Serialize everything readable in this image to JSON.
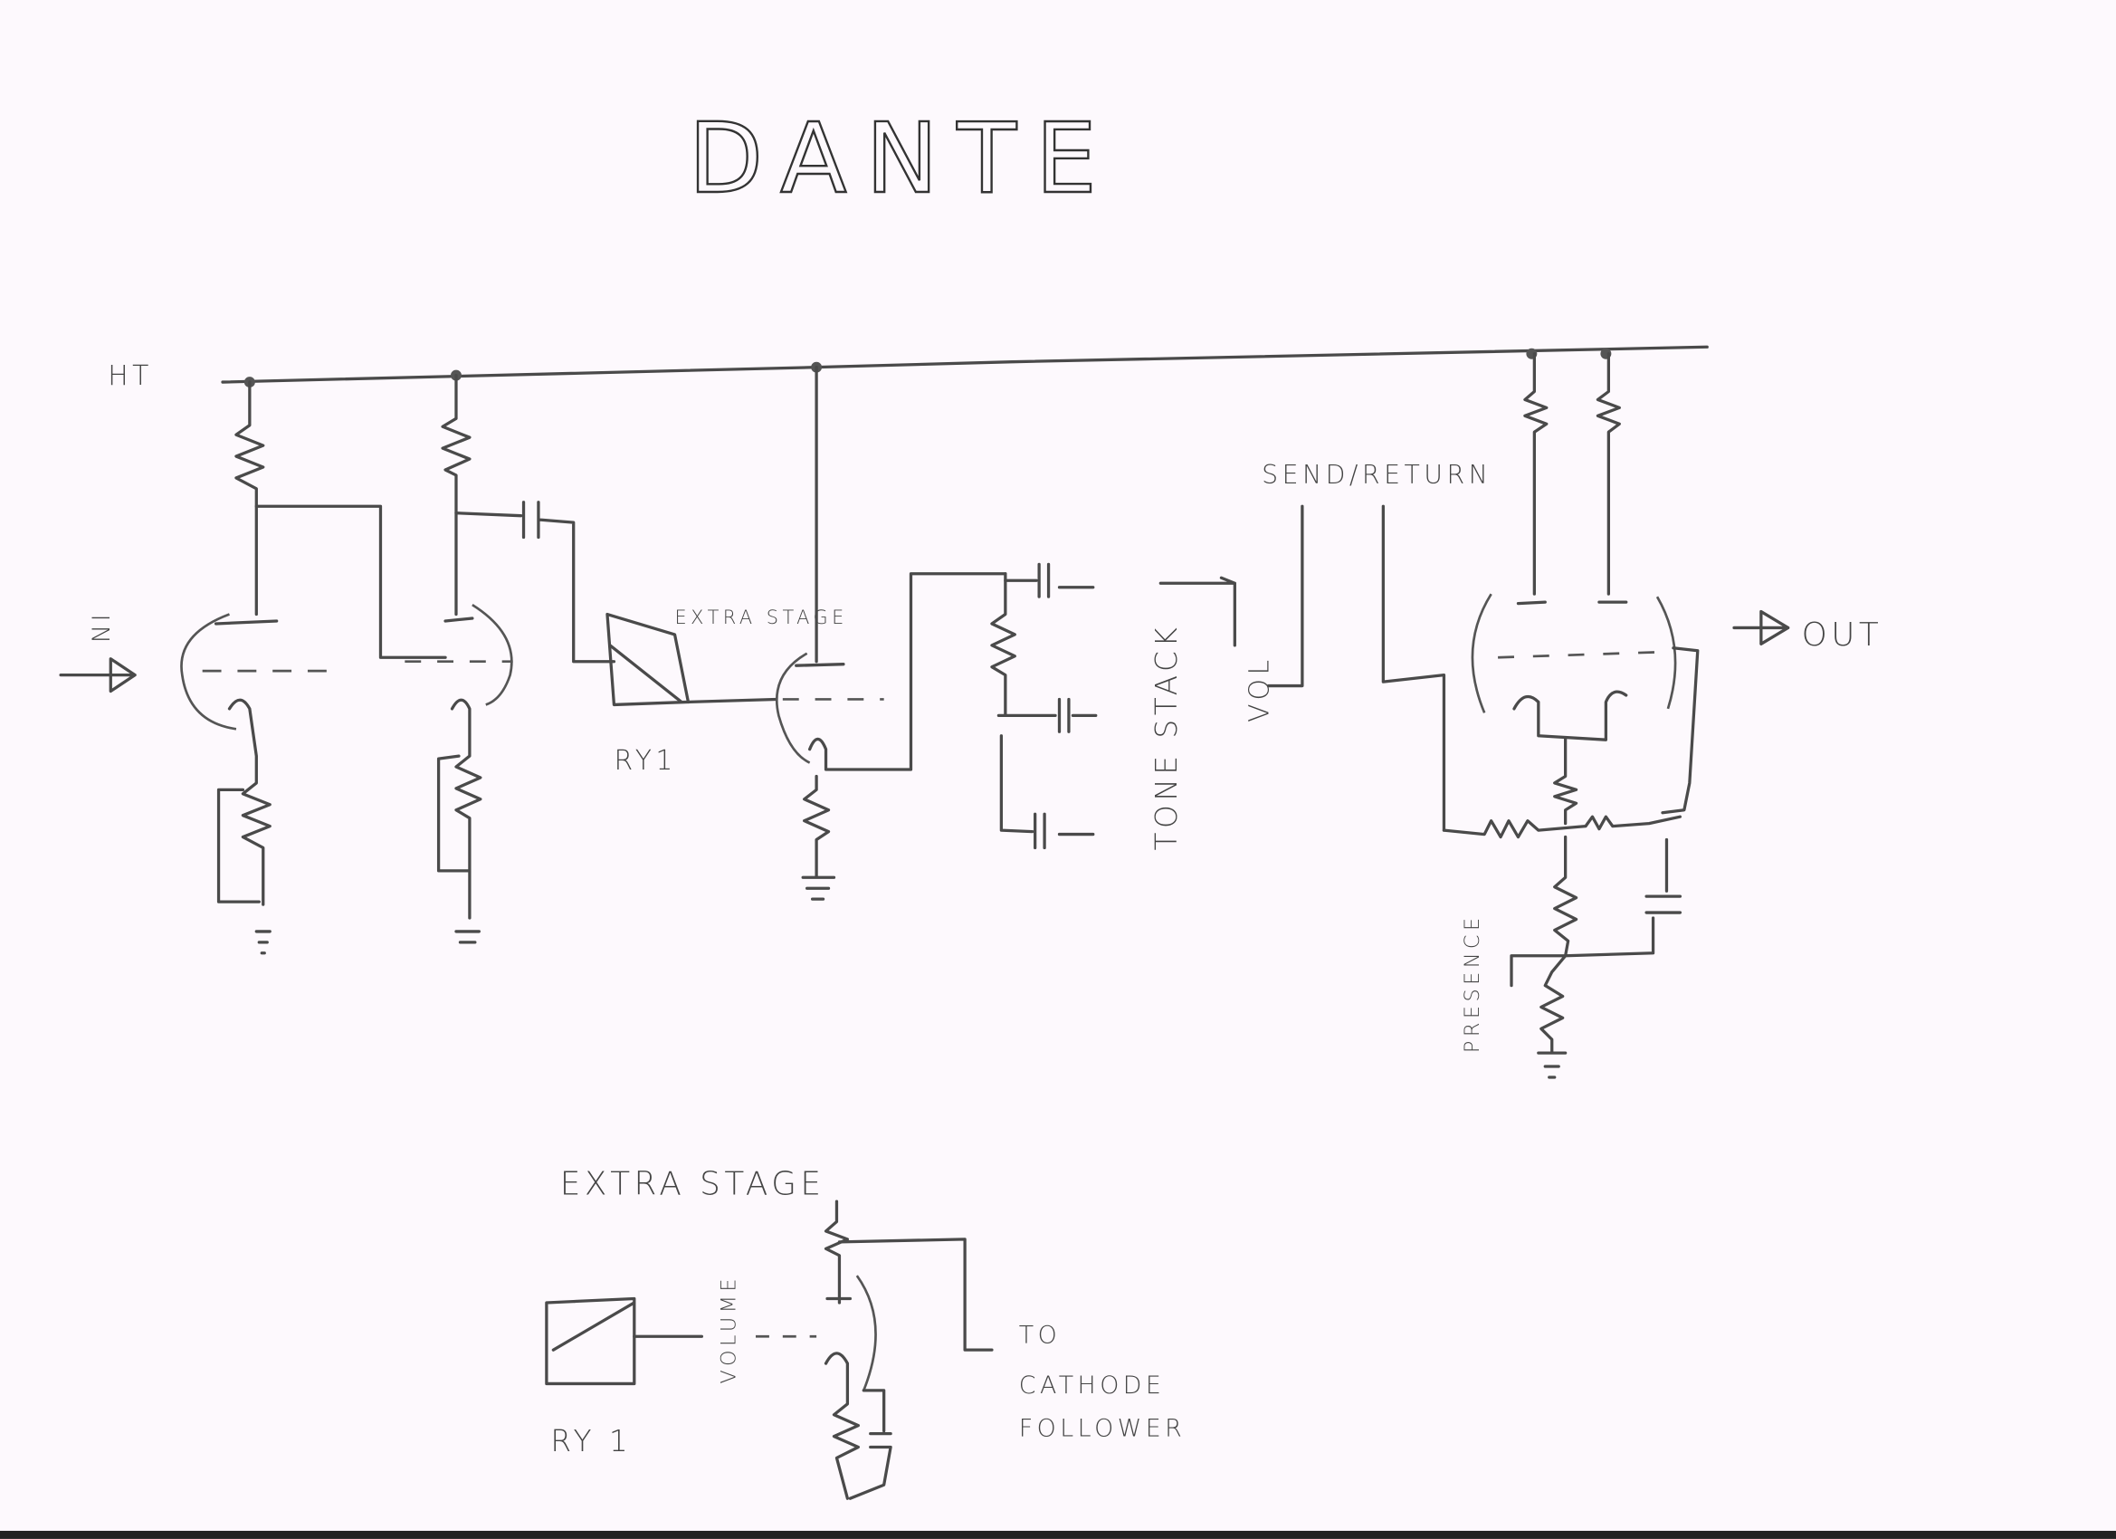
{
  "title": "DANTE",
  "labels": {
    "ht": "HT",
    "input": "IN",
    "extra_stage_note": "EXTRA STAGE",
    "ry1_main": "RY1",
    "tone_stack": "TONE STACK",
    "vol": "VOL",
    "send_return": "SEND/RETURN",
    "out": "OUT",
    "presence": "PRESENCE"
  },
  "detail": {
    "heading": "EXTRA STAGE",
    "ry1": "RY 1",
    "volume": "VOLUME",
    "to_line1": "TO",
    "to_line2": "CATHODE",
    "to_line3": "FOLLOWER"
  },
  "colors": {
    "paper": "#fdf9fd",
    "pencil": "#4a4a4a"
  }
}
